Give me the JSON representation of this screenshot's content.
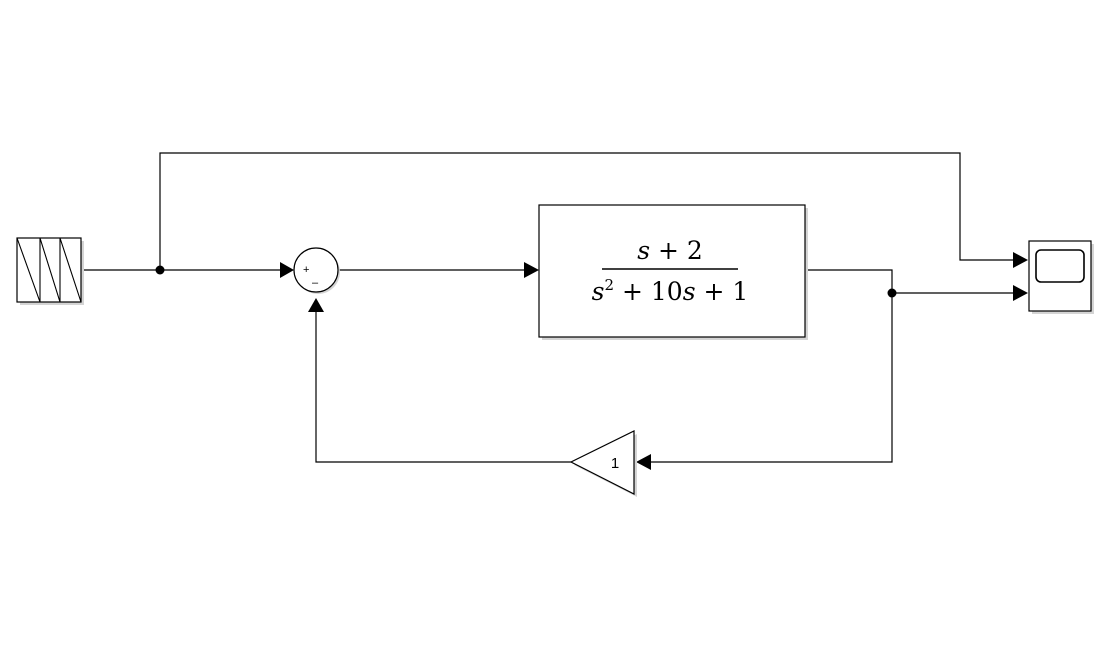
{
  "diagram": {
    "transfer_fcn": {
      "numerator": {
        "var": "s",
        "rest": " + 2"
      },
      "denominator": {
        "var": "s",
        "exp": "2",
        "rest": " + 10",
        "var2": "s",
        "rest2": " + 1"
      }
    },
    "sum": {
      "sign_1": "+",
      "sign_2": "–"
    },
    "gain": {
      "value": "1"
    }
  }
}
